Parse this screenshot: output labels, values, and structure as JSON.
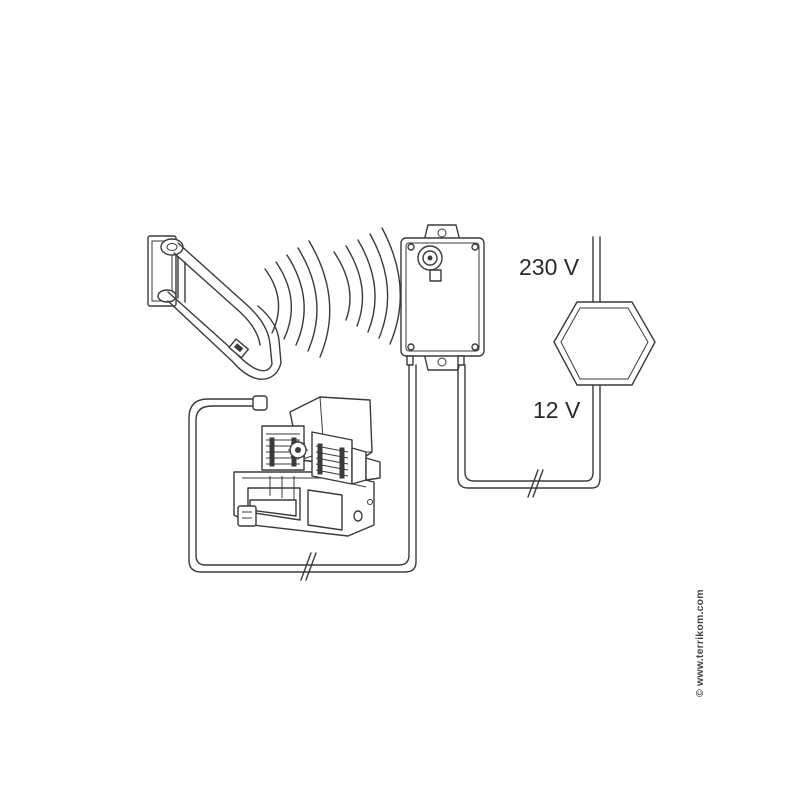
{
  "labels": {
    "mains_voltage": "230 V",
    "low_voltage": "12 V"
  },
  "copyright": "© www.terrikom.com",
  "colors": {
    "line": "#3a3a3a",
    "background": "#ffffff"
  },
  "icons": {
    "grab_bar": "fold-down-grab-bar-icon",
    "signal": "wireless-signal-waves-icon",
    "control_box": "receiver-control-box-icon",
    "transformer": "hexagon-transformer-icon",
    "flush_valve": "flush-valve-actuator-icon"
  }
}
